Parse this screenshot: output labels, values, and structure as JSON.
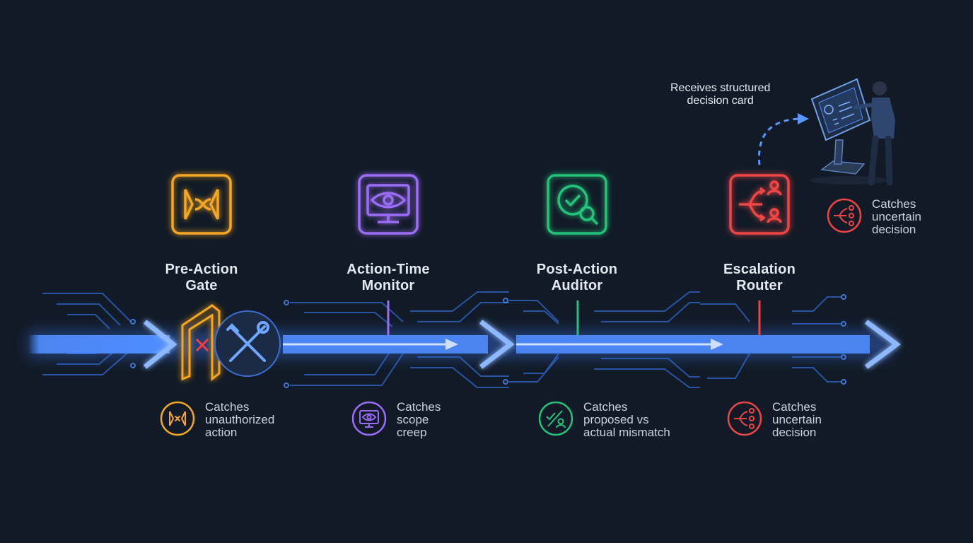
{
  "colors": {
    "background": "#111a26",
    "flow": "#4f8dff",
    "pre_action": "#f5a623",
    "action_time": "#9b6cf5",
    "post_action": "#22c37a",
    "escalation": "#ef4444"
  },
  "stages": [
    {
      "id": "pre-action-gate",
      "title_lines": [
        "Pre-Action",
        "Gate"
      ],
      "icon": "shuffle-brackets-icon",
      "catches_icon": "shuffle-brackets-icon",
      "catches_lines": [
        "Catches",
        "unauthorized",
        "action"
      ]
    },
    {
      "id": "action-time-monitor",
      "title_lines": [
        "Action-Time",
        "Monitor"
      ],
      "icon": "eye-monitor-icon",
      "catches_icon": "eye-monitor-icon",
      "catches_lines": [
        "Catches",
        "scope",
        "creep"
      ]
    },
    {
      "id": "post-action-auditor",
      "title_lines": [
        "Post-Action",
        "Auditor"
      ],
      "icon": "check-magnifier-icon",
      "catches_icon": "check-person-icon",
      "catches_lines": [
        "Catches",
        "proposed vs",
        "actual mismatch"
      ]
    },
    {
      "id": "escalation-router",
      "title_lines": [
        "Escalation",
        "Router"
      ],
      "icon": "branch-people-icon",
      "catches_icon": "branch-people-icon",
      "catches_lines": [
        "Catches",
        "uncertain",
        "decision"
      ]
    }
  ],
  "human_review": {
    "note_lines": [
      "Receives structured",
      "decision card"
    ],
    "icon": "person-at-kiosk-icon",
    "catches_icon": "branch-people-icon",
    "catches_lines": [
      "Catches",
      "uncertain",
      "decision"
    ]
  },
  "gate_icons": [
    "gate-frame-icon",
    "blocked-x-icon",
    "tools-icon"
  ]
}
